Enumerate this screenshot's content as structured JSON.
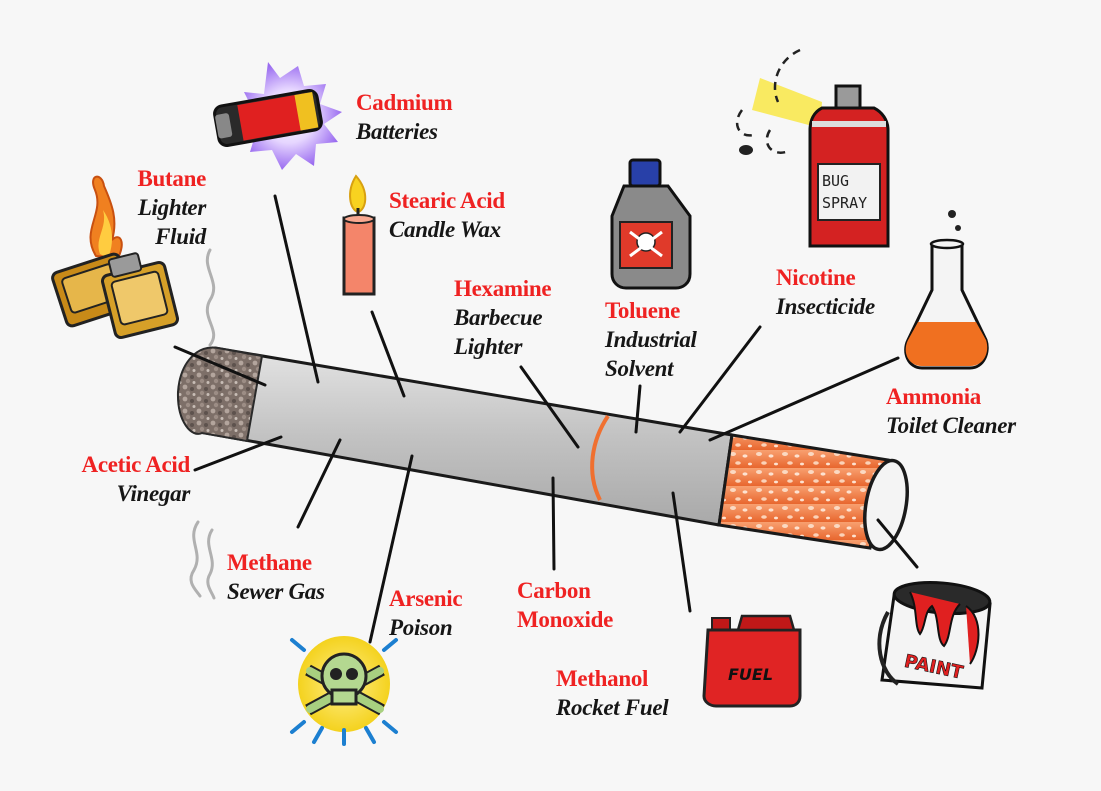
{
  "labels": [
    {
      "id": "butane",
      "chemical": "Butane",
      "use": [
        "Lighter",
        "Fluid"
      ]
    },
    {
      "id": "cadmium",
      "chemical": "Cadmium",
      "use": [
        "Batteries"
      ]
    },
    {
      "id": "stearic",
      "chemical": "Stearic Acid",
      "use": [
        "Candle Wax"
      ]
    },
    {
      "id": "hexamine",
      "chemical": "Hexamine",
      "use": [
        "Barbecue",
        "Lighter"
      ]
    },
    {
      "id": "toluene",
      "chemical": "Toluene",
      "use": [
        "Industrial",
        "Solvent"
      ]
    },
    {
      "id": "nicotine",
      "chemical": "Nicotine",
      "use": [
        "Insecticide"
      ]
    },
    {
      "id": "ammonia",
      "chemical": "Ammonia",
      "use": [
        "Toilet Cleaner"
      ]
    },
    {
      "id": "acetic",
      "chemical": "Acetic Acid",
      "use": [
        "Vinegar"
      ]
    },
    {
      "id": "methane",
      "chemical": "Methane",
      "use": [
        "Sewer Gas"
      ]
    },
    {
      "id": "arsenic",
      "chemical": "Arsenic",
      "use": [
        "Poison"
      ]
    },
    {
      "id": "carbon",
      "chemical": "Carbon Monoxide",
      "use": []
    },
    {
      "id": "methanol",
      "chemical": "Methanol",
      "use": [
        "Rocket Fuel"
      ]
    }
  ],
  "icon_text": {
    "bug_spray": [
      "BUG",
      "SPRAY"
    ],
    "fuel": "FUEL",
    "paint": "PAINT"
  },
  "colors": {
    "chemical": "#ef2222",
    "use": "#161616",
    "filter": "#f07a45",
    "paper": "#c8c8c8"
  }
}
